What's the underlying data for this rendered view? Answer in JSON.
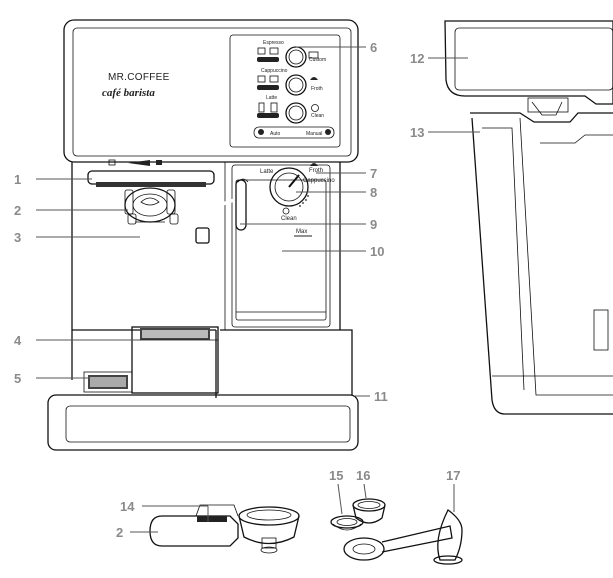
{
  "brand": {
    "line1": "MR.COFFEE",
    "line2": "café barista"
  },
  "panel": {
    "espresso": "Espresso",
    "cappuccino": "Cappuccino",
    "latte": "Latte",
    "custom": "Custom",
    "froth": "Froth",
    "clean": "Clean",
    "auto": "Auto",
    "manual": "Manual"
  },
  "dial": {
    "latte": "Latte",
    "froth": "Froth",
    "cappuccino": "Cappuccino",
    "clean": "Clean"
  },
  "tank": {
    "max": "Max"
  },
  "callouts": {
    "c1": "1",
    "c2": "2",
    "c3": "3",
    "c4": "4",
    "c5": "5",
    "c6": "6",
    "c7": "7",
    "c8": "8",
    "c9": "9",
    "c10": "10",
    "c11": "11",
    "c12": "12",
    "c13": "13",
    "c14": "14",
    "c2b": "2",
    "c15": "15",
    "c16": "16",
    "c17": "17"
  }
}
